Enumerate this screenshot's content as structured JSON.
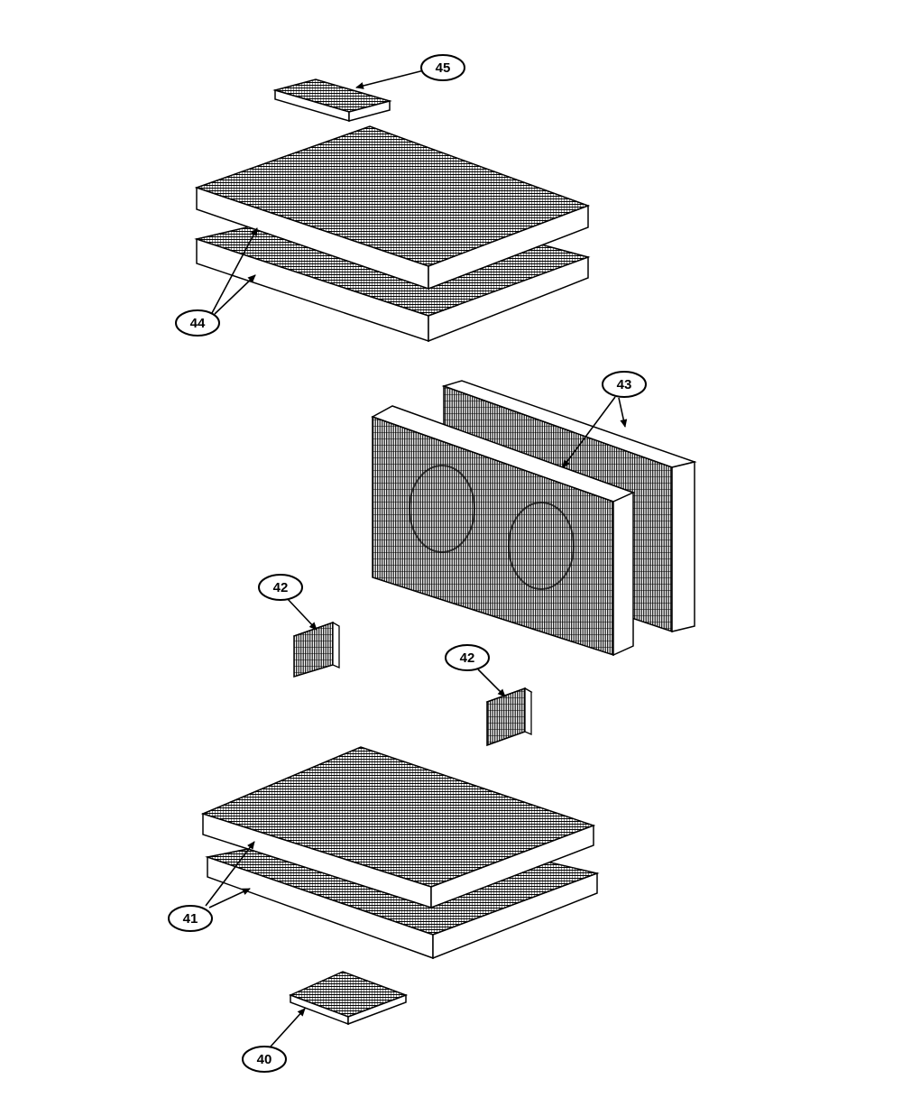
{
  "callouts": {
    "c40": "40",
    "c41": "41",
    "c42a": "42",
    "c42b": "42",
    "c43": "43",
    "c44": "44",
    "c45": "45"
  },
  "colors": {
    "ink": "#000000",
    "paper": "#ffffff"
  }
}
